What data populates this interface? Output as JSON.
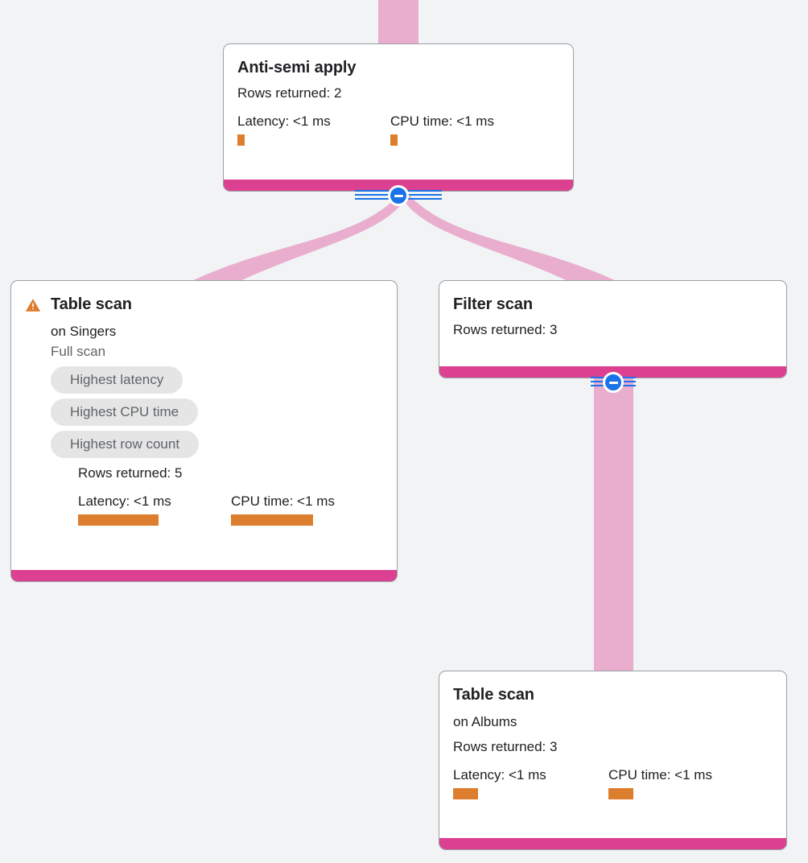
{
  "canvas": {
    "background_color": "#F1F3F4",
    "edge_color": "#E9ADCE",
    "accent_color": "#DC4191",
    "metric_bar_color": "#DD7E2E",
    "toggle_color": "#1A73E8"
  },
  "nodes": [
    {
      "id": "anti-semi-apply",
      "title": "Anti-semi apply",
      "rows_returned": "Rows returned: 2",
      "latency_label": "Latency: <1 ms",
      "cpu_label": "CPU time: <1 ms"
    },
    {
      "id": "table-scan-singers",
      "title": "Table scan",
      "on_table": "on Singers",
      "scan_type": "Full scan",
      "chips": [
        "Highest latency",
        "Highest CPU time",
        "Highest row count"
      ],
      "rows_returned": "Rows returned: 5",
      "latency_label": "Latency: <1 ms",
      "cpu_label": "CPU time: <1 ms",
      "warning_icon": "warning-triangle-icon"
    },
    {
      "id": "filter-scan",
      "title": "Filter scan",
      "rows_returned": "Rows returned: 3"
    },
    {
      "id": "table-scan-albums",
      "title": "Table scan",
      "on_table": "on Albums",
      "rows_returned": "Rows returned: 3",
      "latency_label": "Latency: <1 ms",
      "cpu_label": "CPU time: <1 ms"
    }
  ],
  "toggles": [
    {
      "id": "toggle-anti-semi-apply",
      "icon": "collapse-minus-icon",
      "state": "expanded"
    },
    {
      "id": "toggle-filter-scan",
      "icon": "collapse-minus-icon",
      "state": "expanded"
    }
  ]
}
